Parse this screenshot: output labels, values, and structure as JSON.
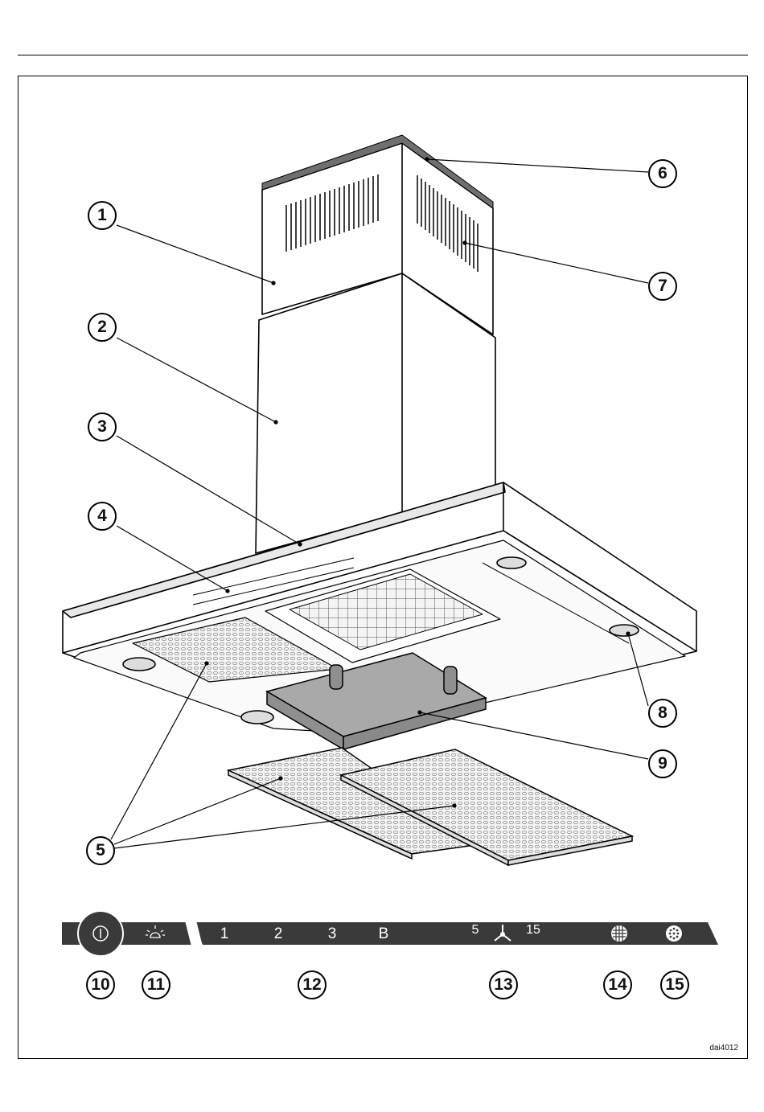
{
  "callouts": {
    "c1": "1",
    "c2": "2",
    "c3": "3",
    "c4": "4",
    "c5": "5",
    "c6": "6",
    "c7": "7",
    "c8": "8",
    "c9": "9",
    "c10": "10",
    "c11": "11",
    "c12": "12",
    "c13": "13",
    "c14": "14",
    "c15": "15"
  },
  "control_panel": {
    "fan_levels": [
      "1",
      "2",
      "3",
      "B"
    ],
    "timer_min": "5",
    "timer_max": "15",
    "icons": [
      "power-icon",
      "light-icon",
      "fan-icon",
      "grease-filter-icon",
      "odour-filter-icon"
    ]
  },
  "reference_code": "dai4012",
  "colors": {
    "line": "#000000",
    "panel": "#3a3a3a",
    "shade": "#a9a9a9",
    "strip": "#6f6f6f"
  }
}
